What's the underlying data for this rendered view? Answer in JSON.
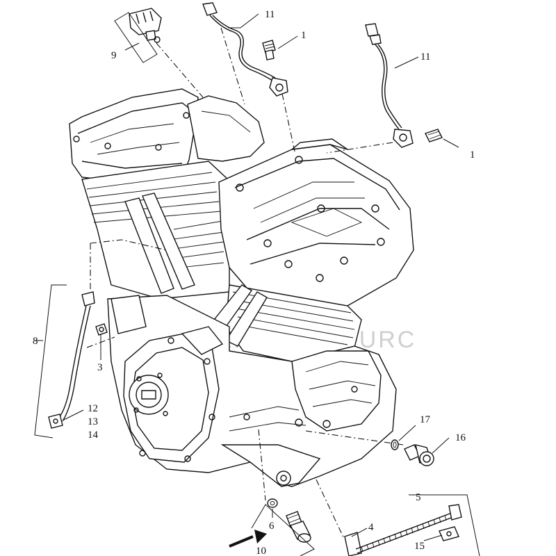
{
  "diagram": {
    "watermark": "EXPARTSPOURC",
    "callouts": [
      {
        "id": "c1a",
        "label": "1"
      },
      {
        "id": "c1b",
        "label": "1"
      },
      {
        "id": "c3",
        "label": "3"
      },
      {
        "id": "c4",
        "label": "4"
      },
      {
        "id": "c5",
        "label": "5"
      },
      {
        "id": "c6",
        "label": "6"
      },
      {
        "id": "c8",
        "label": "8"
      },
      {
        "id": "c9",
        "label": "9"
      },
      {
        "id": "c10",
        "label": "10"
      },
      {
        "id": "c11a",
        "label": "11"
      },
      {
        "id": "c11b",
        "label": "11"
      },
      {
        "id": "c12",
        "label": "12"
      },
      {
        "id": "c13",
        "label": "13"
      },
      {
        "id": "c14",
        "label": "14"
      },
      {
        "id": "c15",
        "label": "15"
      },
      {
        "id": "c16",
        "label": "16"
      },
      {
        "id": "c17",
        "label": "17"
      }
    ]
  }
}
